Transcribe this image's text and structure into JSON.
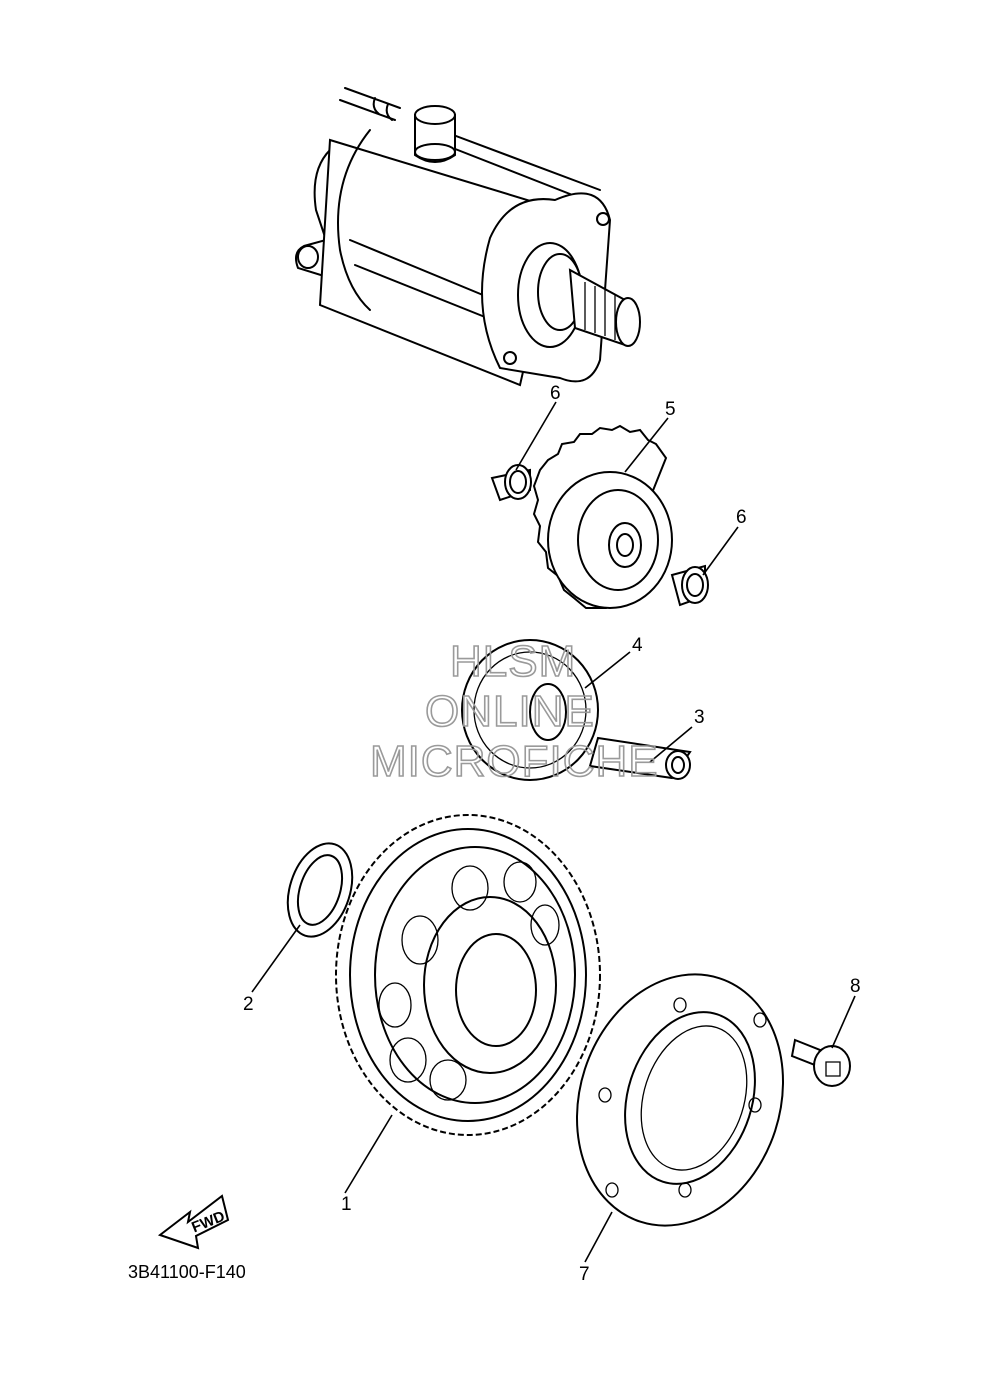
{
  "diagram": {
    "callouts": {
      "part1": "1",
      "part2": "2",
      "part3": "3",
      "part4": "4",
      "part5": "5",
      "part6a": "6",
      "part6b": "6",
      "part7": "7",
      "part8": "8"
    },
    "fwd_label": "FWD",
    "diagram_code": "3B41100-F140",
    "watermark": {
      "line1": "HLSM",
      "line2": "ONLINE",
      "line3": "MICROFICHE"
    }
  }
}
